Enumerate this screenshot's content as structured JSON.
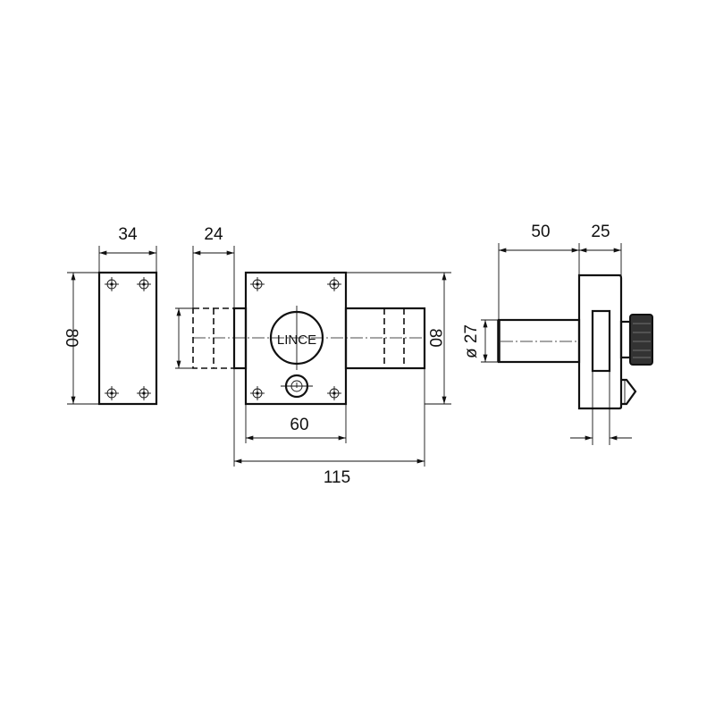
{
  "drawing": {
    "brand_label": "LINCE",
    "dimensions": {
      "plate_width": "34",
      "plate_height": "80",
      "bolt_throw": "24",
      "body_height": "80",
      "body_width": "60",
      "overall_width": "115",
      "cylinder_length": "50",
      "body_depth": "25",
      "cylinder_diameter": "ø 27"
    }
  }
}
